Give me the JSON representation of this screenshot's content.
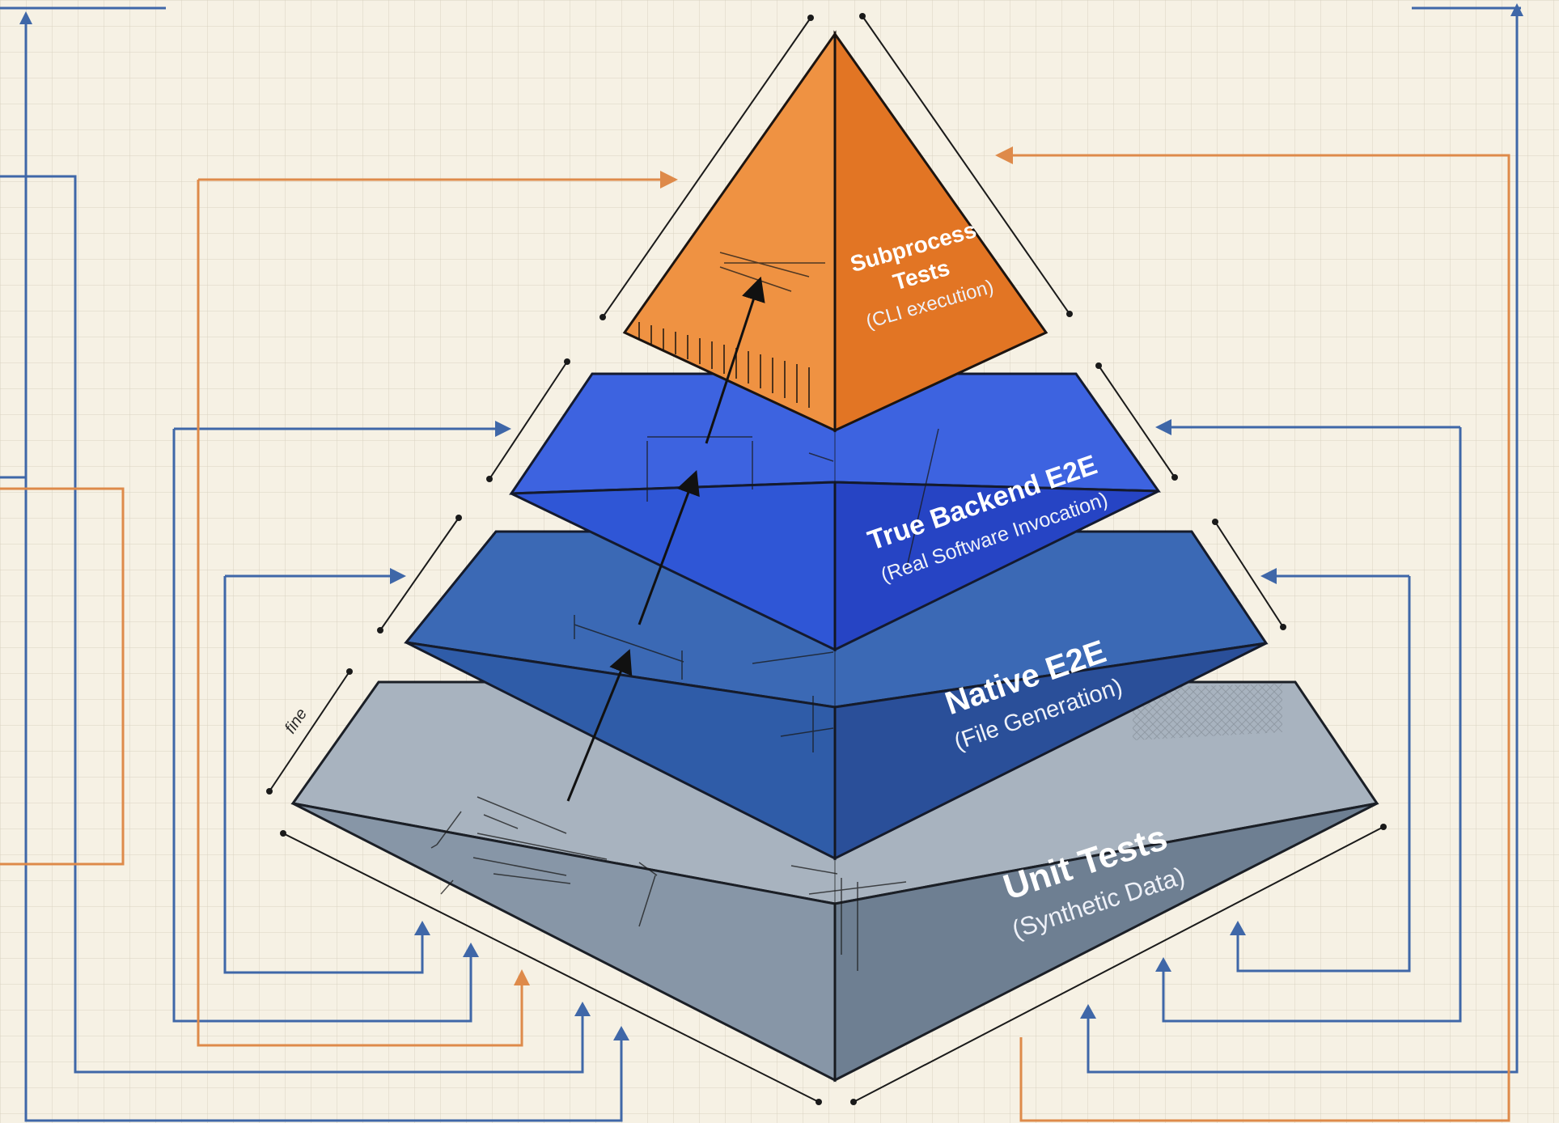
{
  "diagram": {
    "tiers": [
      {
        "id": "subprocess",
        "title_line1": "Subprocess",
        "title_line2": "Tests",
        "subtitle": "(CLI execution)",
        "color": "#e7823a"
      },
      {
        "id": "backend",
        "title": "True Backend E2E",
        "subtitle": "(Real Software Invocation)",
        "color": "#2f56d6"
      },
      {
        "id": "native",
        "title": "Native E2E",
        "subtitle": "(File Generation)",
        "color": "#2a5aa7"
      },
      {
        "id": "unit",
        "title": "Unit Tests",
        "subtitle": "(Synthetic Data)",
        "color": "#6e7f92"
      }
    ],
    "dimension_note": "fine",
    "connector_colors": {
      "blue": "#3f67a8",
      "orange": "#de8a4a"
    }
  }
}
